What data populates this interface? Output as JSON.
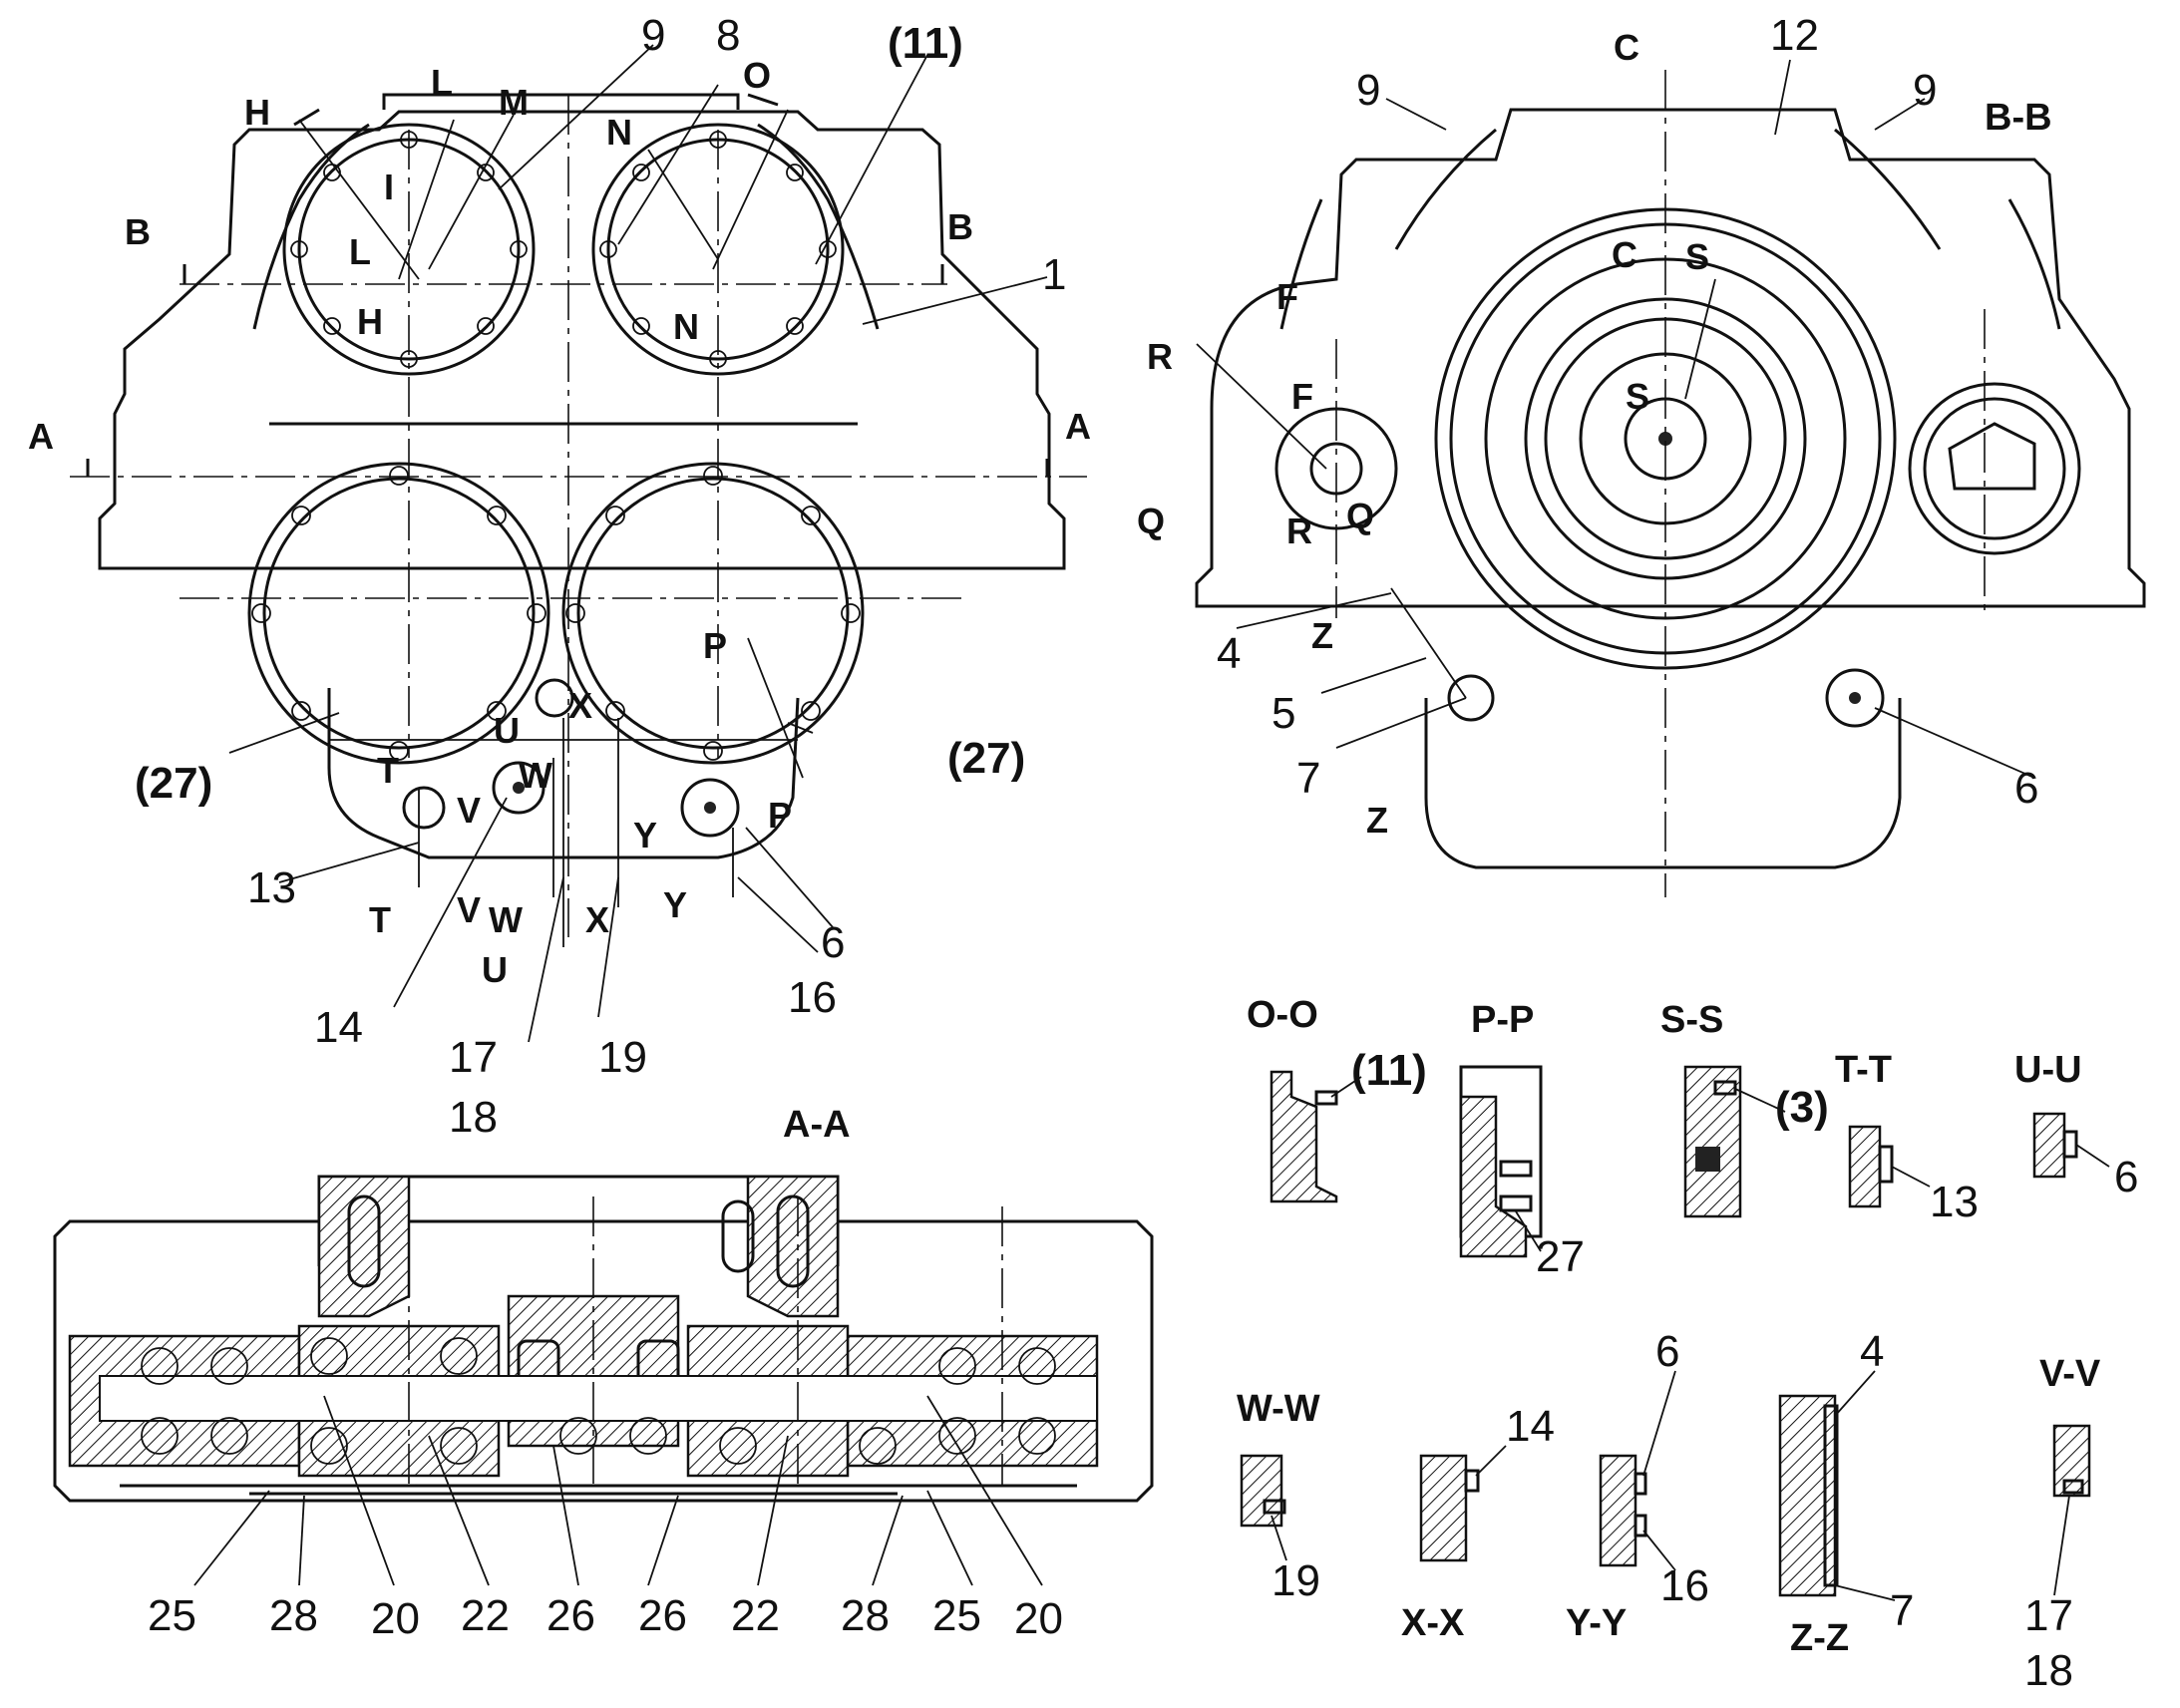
{
  "front_view": {
    "callouts": [
      "1",
      "6",
      "8",
      "9",
      "(11)",
      "13",
      "14",
      "16",
      "17",
      "18",
      "19",
      "(27)",
      "(27)"
    ],
    "section_marks": [
      "A",
      "A",
      "B",
      "B",
      "H",
      "H",
      "I",
      "L",
      "L",
      "M",
      "N",
      "N",
      "O",
      "P",
      "P",
      "T",
      "T",
      "U",
      "U",
      "V",
      "V",
      "W",
      "W",
      "X",
      "X",
      "Y",
      "Y"
    ]
  },
  "bb_view": {
    "title": "B-B",
    "callouts": [
      "4",
      "5",
      "6",
      "7",
      "9",
      "9",
      "12"
    ],
    "section_marks": [
      "C",
      "C",
      "F",
      "F",
      "Q",
      "Q",
      "R",
      "R",
      "S",
      "S",
      "Z",
      "Z"
    ]
  },
  "aa_view": {
    "title": "A-A",
    "callouts": [
      "25",
      "28",
      "20",
      "22",
      "26",
      "26",
      "22",
      "28",
      "25",
      "20"
    ]
  },
  "detail_sections": [
    {
      "title": "O-O",
      "labels": [
        "(11)"
      ]
    },
    {
      "title": "P-P",
      "labels": [
        "27"
      ]
    },
    {
      "title": "S-S",
      "labels": [
        "(3)"
      ]
    },
    {
      "title": "T-T",
      "labels": [
        "13"
      ]
    },
    {
      "title": "U-U",
      "labels": [
        "6"
      ]
    },
    {
      "title": "W-W",
      "labels": [
        "19"
      ]
    },
    {
      "title": "X-X",
      "labels": [
        "14"
      ]
    },
    {
      "title": "Y-Y",
      "labels": [
        "6",
        "16"
      ]
    },
    {
      "title": "Z-Z",
      "labels": [
        "4",
        "7"
      ]
    },
    {
      "title": "V-V",
      "labels": [
        "17",
        "18"
      ]
    }
  ]
}
